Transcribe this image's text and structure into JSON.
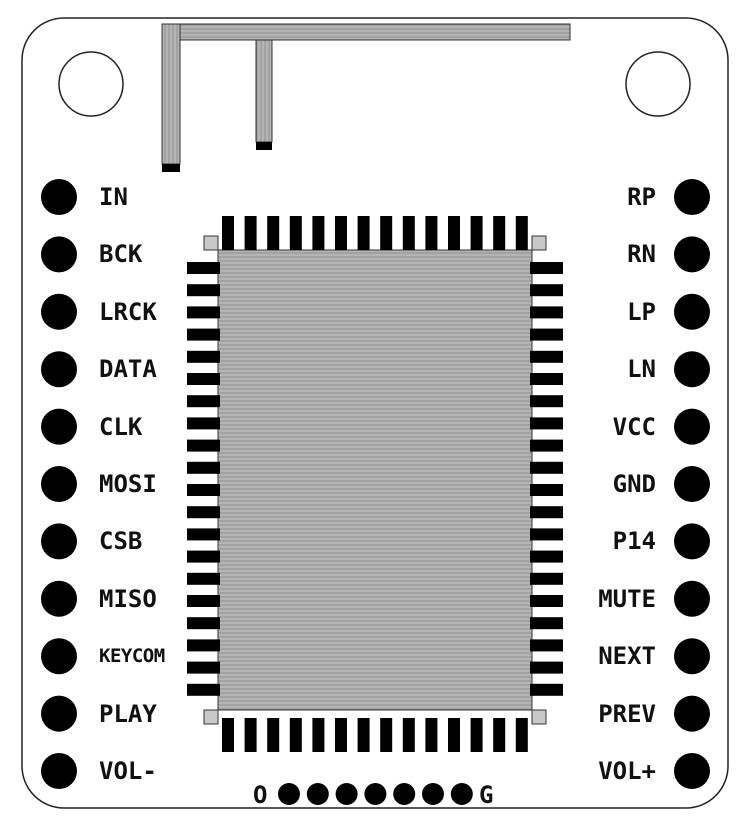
{
  "board": {
    "left_pins": [
      {
        "label": "IN"
      },
      {
        "label": "BCK"
      },
      {
        "label": "LRCK"
      },
      {
        "label": "DATA"
      },
      {
        "label": "CLK"
      },
      {
        "label": "MOSI"
      },
      {
        "label": "CSB"
      },
      {
        "label": "MISO"
      },
      {
        "label": "KEYCOM"
      },
      {
        "label": "PLAY"
      },
      {
        "label": "VOL-"
      }
    ],
    "right_pins": [
      {
        "label": "RP"
      },
      {
        "label": "RN"
      },
      {
        "label": "LP"
      },
      {
        "label": "LN"
      },
      {
        "label": "VCC"
      },
      {
        "label": "GND"
      },
      {
        "label": "P14"
      },
      {
        "label": "MUTE"
      },
      {
        "label": "NEXT"
      },
      {
        "label": "PREV"
      },
      {
        "label": "VOL+"
      }
    ],
    "bottom_header": {
      "left_label": "O",
      "right_label": "G",
      "dot_count": 7
    },
    "colors": {
      "outline": "#222222",
      "pad": "#000000",
      "chip_fill": "#a9a9a9",
      "antenna_fill": "#b0b0b0"
    }
  }
}
